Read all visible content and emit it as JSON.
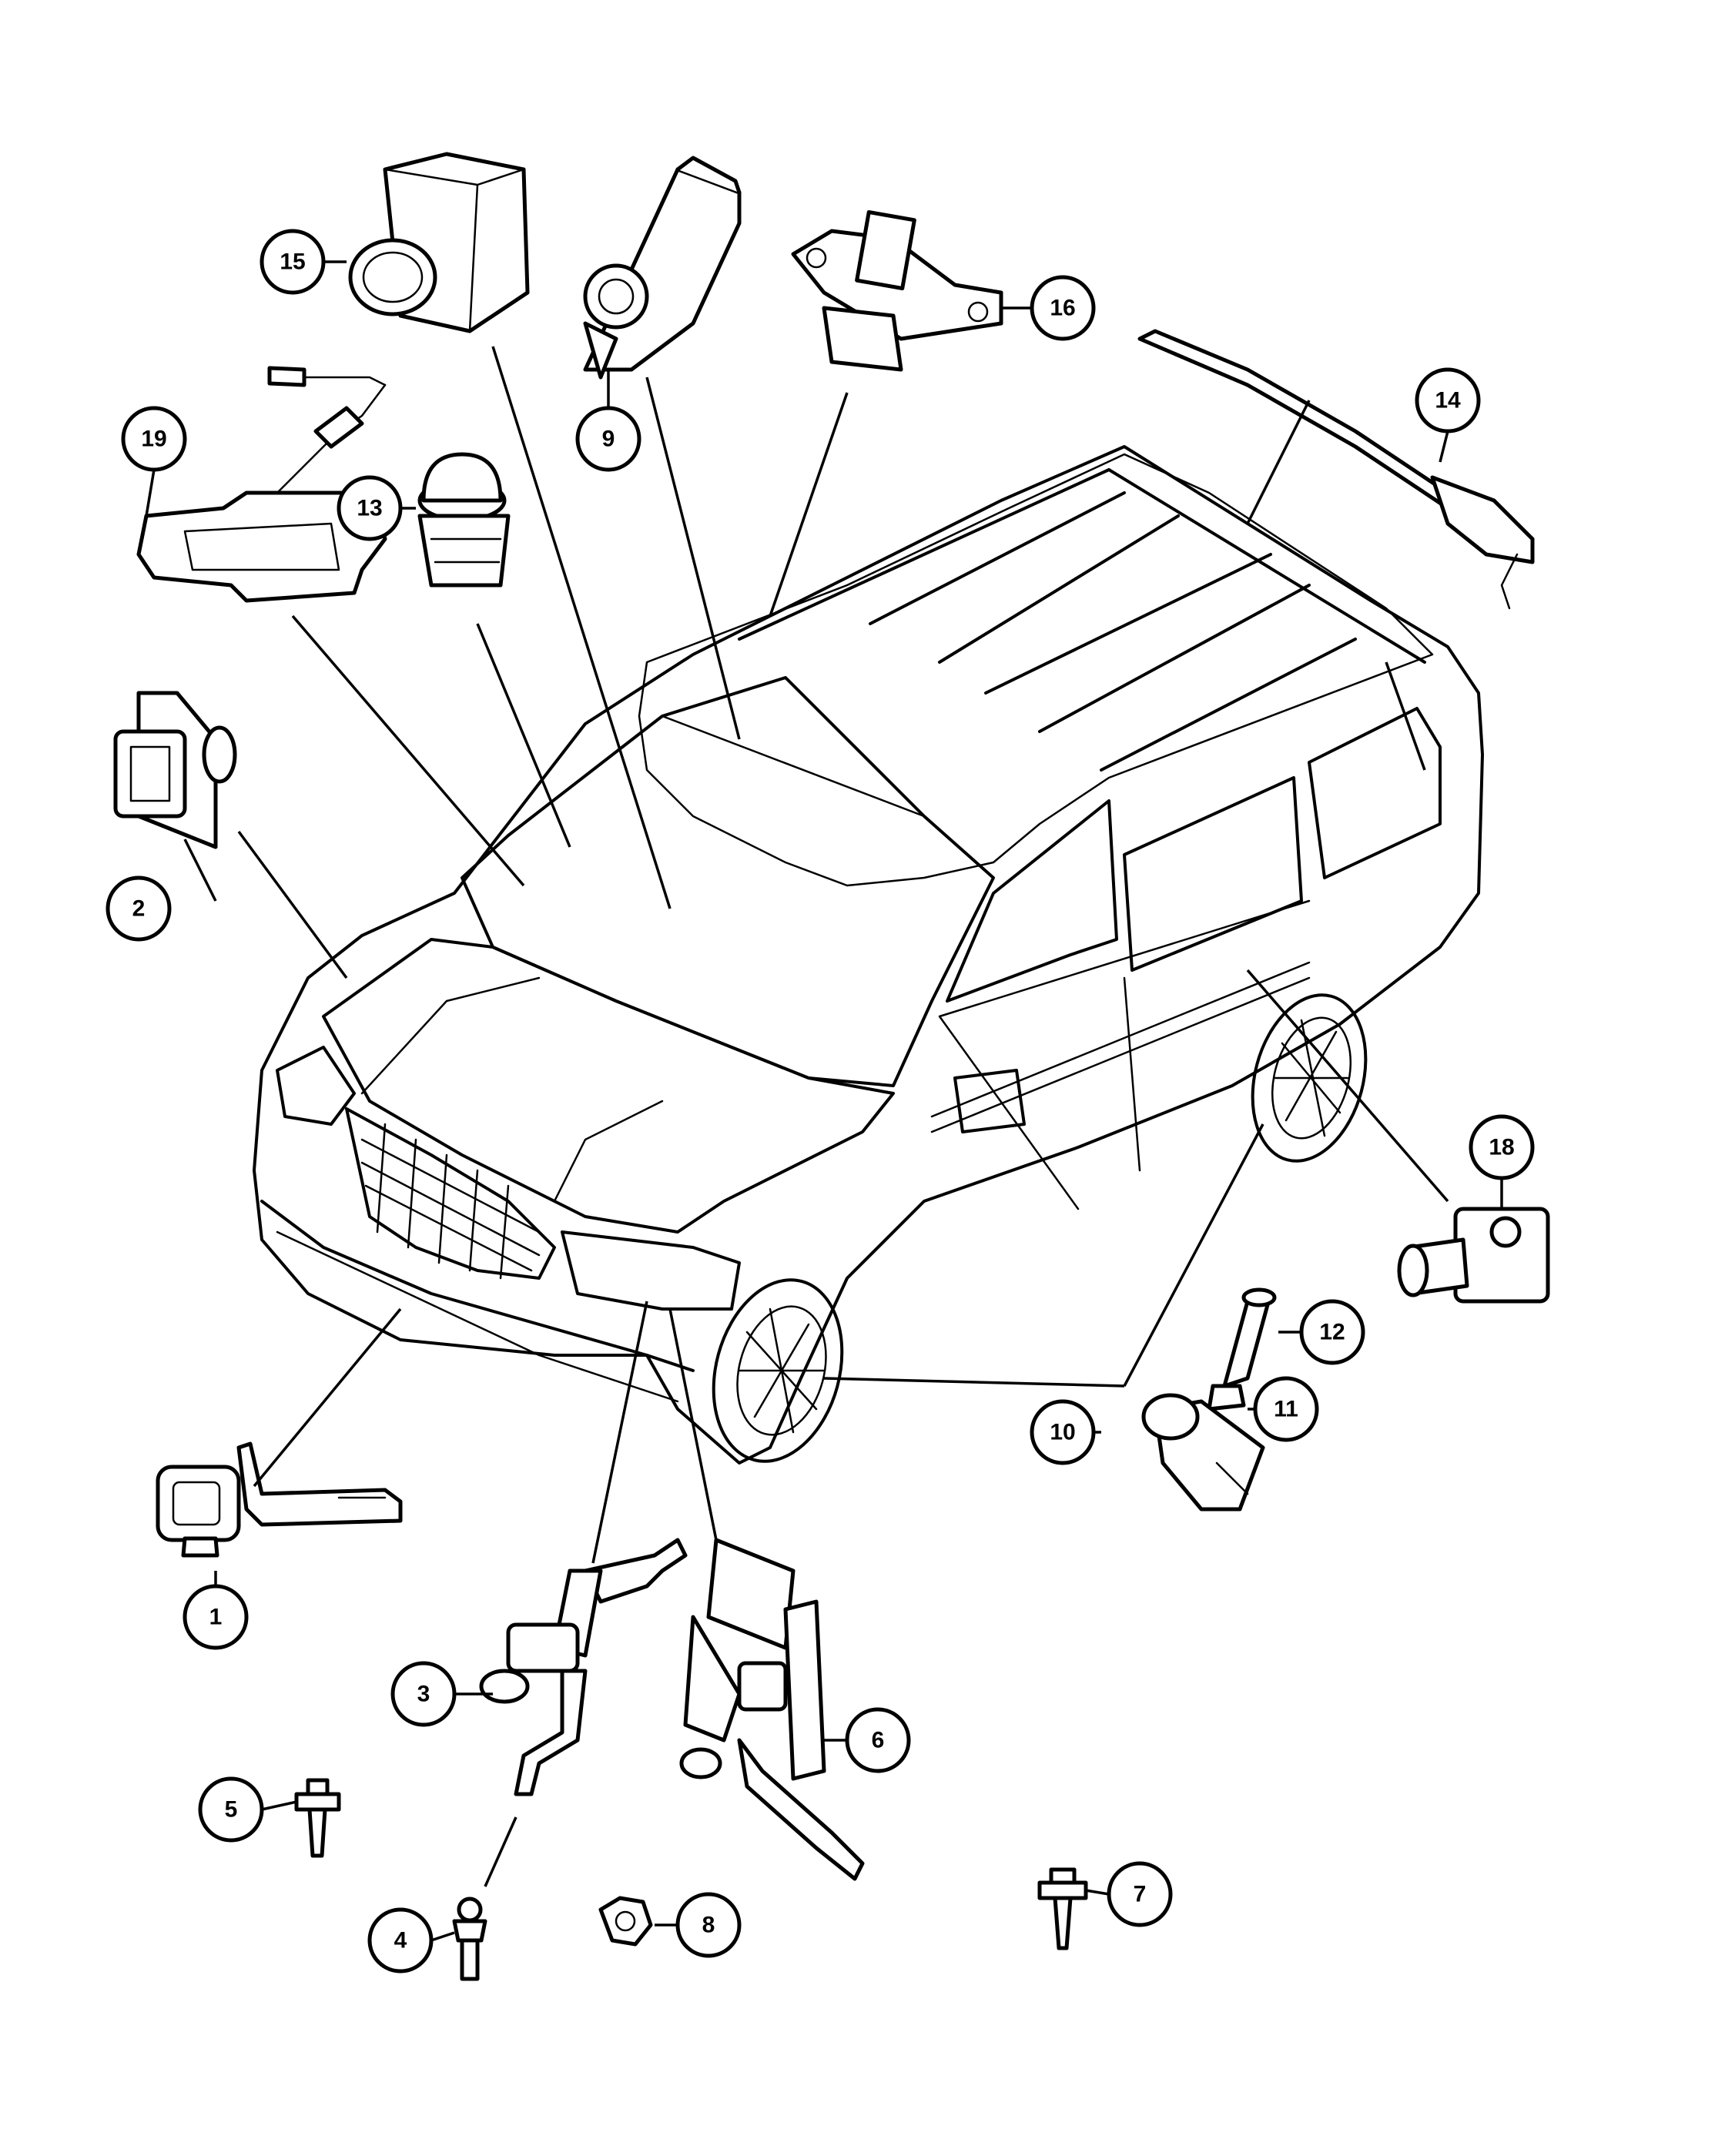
{
  "callouts": [
    {
      "id": "1",
      "label": "1"
    },
    {
      "id": "2",
      "label": "2"
    },
    {
      "id": "3",
      "label": "3"
    },
    {
      "id": "4",
      "label": "4"
    },
    {
      "id": "5",
      "label": "5"
    },
    {
      "id": "6",
      "label": "6"
    },
    {
      "id": "7",
      "label": "7"
    },
    {
      "id": "8",
      "label": "8"
    },
    {
      "id": "9",
      "label": "9"
    },
    {
      "id": "10",
      "label": "10"
    },
    {
      "id": "11",
      "label": "11"
    },
    {
      "id": "12",
      "label": "12"
    },
    {
      "id": "13",
      "label": "13"
    },
    {
      "id": "14",
      "label": "14"
    },
    {
      "id": "15",
      "label": "15"
    },
    {
      "id": "16",
      "label": "16"
    },
    {
      "id": "18",
      "label": "18"
    },
    {
      "id": "19",
      "label": "19"
    }
  ]
}
